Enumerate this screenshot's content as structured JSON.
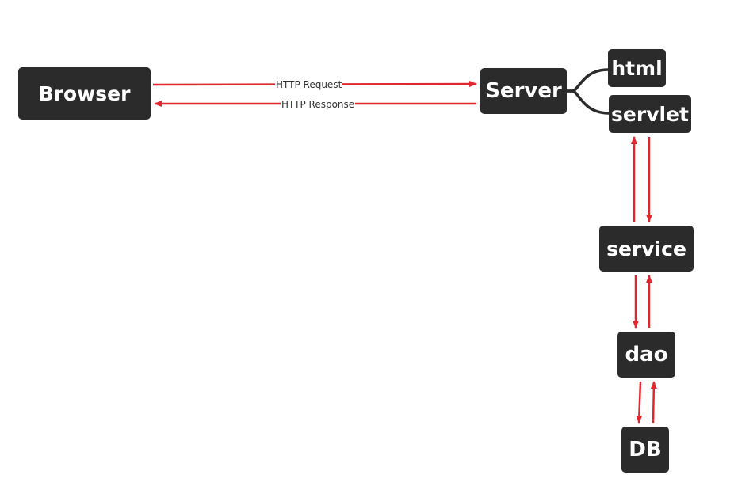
{
  "nodes": {
    "browser": "Browser",
    "server": "Server",
    "html": "html",
    "servlet": "servlet",
    "service": "service",
    "dao": "dao",
    "db": "DB"
  },
  "edges": {
    "request_label": "HTTP Request",
    "response_label": "HTTP Response"
  },
  "colors": {
    "node_fill": "#2b2b2b",
    "node_text": "#ffffff",
    "arrow": "#e0262e",
    "connector": "#2b2b2b"
  }
}
